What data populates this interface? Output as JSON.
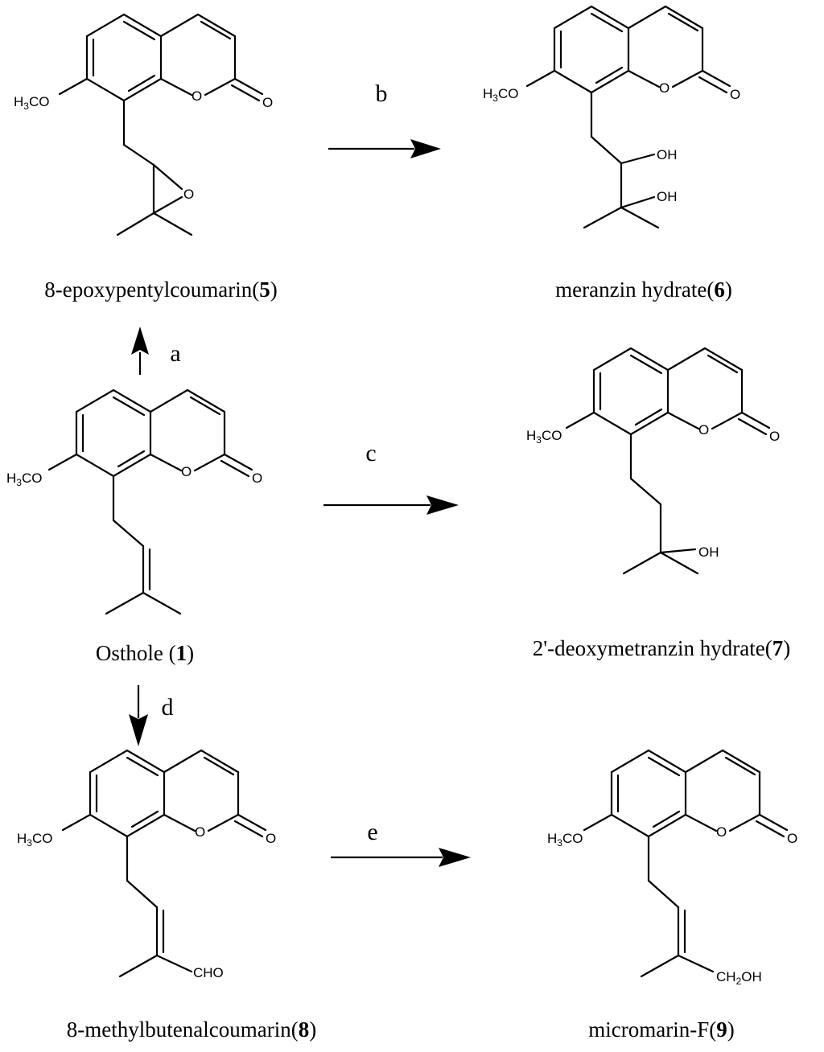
{
  "atoms": {
    "o_ring": "O",
    "o_carbonyl": "O",
    "o_epoxide": "O",
    "methoxy": {
      "h": "H",
      "sub": "3",
      "co": "CO"
    },
    "methoxy_plain": "H3CO",
    "hydroxyl": "OH",
    "aldehyde": "CHO",
    "hydroxymethyl": {
      "ch": "CH",
      "sub": "2",
      "oh": "OH"
    }
  },
  "compounds": {
    "c5": {
      "name": "8-epoxypentylcoumarin(",
      "number": "5",
      "close": ")"
    },
    "c6": {
      "name": "meranzin hydrate(",
      "number": "6",
      "close": ")"
    },
    "c1": {
      "name": "Osthole (",
      "number": "1",
      "close": ")"
    },
    "c7": {
      "name": "2'-deoxymetranzin hydrate(",
      "number": "7",
      "close": ")"
    },
    "c8": {
      "name": "8-methylbutenalcoumarin(",
      "number": "8",
      "close": ")"
    },
    "c9": {
      "name": "micromarin-F(",
      "number": "9",
      "close": ")"
    }
  },
  "reactions": {
    "a": "a",
    "b": "b",
    "c": "c",
    "d": "d",
    "e": "e"
  }
}
